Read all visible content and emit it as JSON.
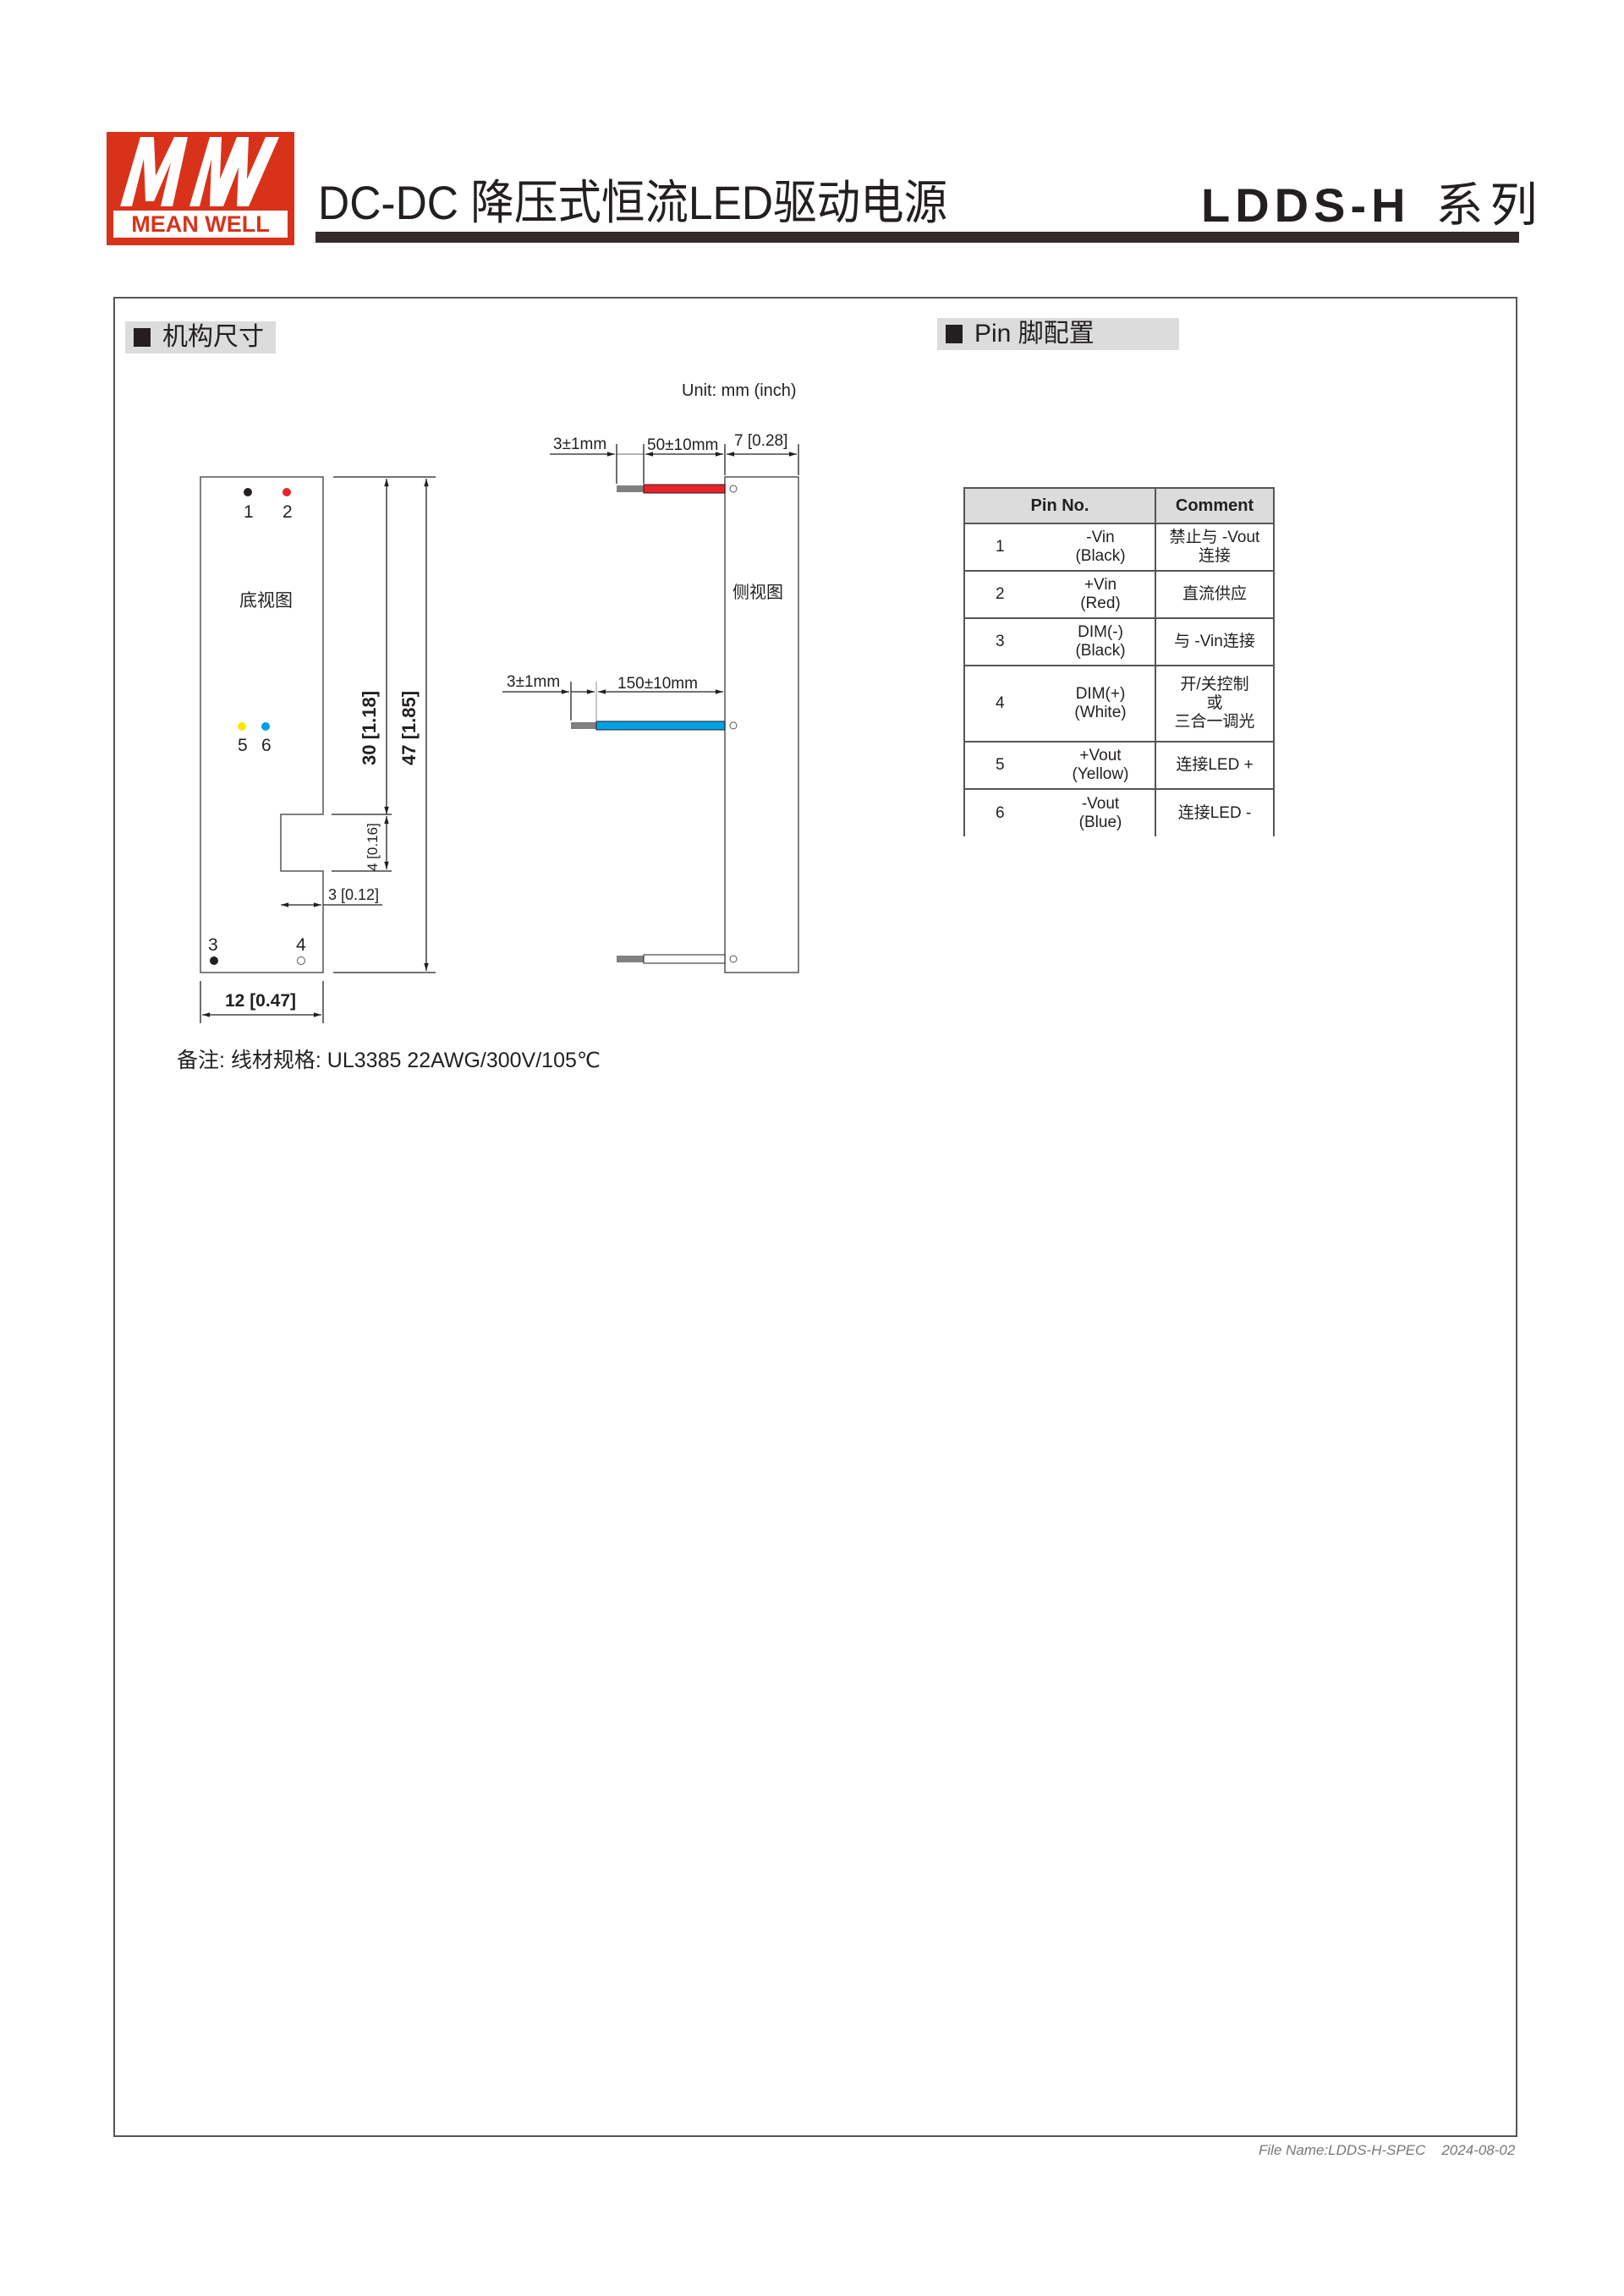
{
  "header": {
    "logo_brand": "MEAN WELL",
    "logo_mark": "MW",
    "title": "DC-DC 降压式恒流LED驱动电源",
    "series_model": "LDDS-H",
    "series_suffix": "系列"
  },
  "mechanical": {
    "section_title": "机构尺寸",
    "unit": "Unit: mm (inch)",
    "bottom_view_label": "底视图",
    "side_view_label": "侧视图",
    "pins": [
      "1",
      "2",
      "3",
      "4",
      "5",
      "6"
    ],
    "dims": {
      "height_30": "30 [1.18]",
      "height_47": "47 [1.85]",
      "notch_4": "4 [0.16]",
      "notch_3": "3 [0.12]",
      "width_12": "12 [0.47]",
      "strip_top": "3±1mm",
      "wire_short": "50±10mm",
      "depth_7": "7 [0.28]",
      "strip_mid": "3±1mm",
      "wire_long": "150±10mm"
    },
    "wire_colors": {
      "red": "#e8232a",
      "blue": "#00a0e3",
      "white": "#ffffff",
      "strip": "#808080",
      "yellow": "#ffe600",
      "black": "#231f20"
    },
    "note": "备注: 线材规格: UL3385 22AWG/300V/105℃"
  },
  "pin_config": {
    "section_title": "Pin 脚配置",
    "columns": [
      "Pin No.",
      "Comment"
    ],
    "rows": [
      {
        "no": "1",
        "name": "-Vin",
        "color": "(Black)",
        "comment": [
          "禁止与 -Vout",
          "连接"
        ]
      },
      {
        "no": "2",
        "name": "+Vin",
        "color": "(Red)",
        "comment": [
          "直流供应"
        ]
      },
      {
        "no": "3",
        "name": "DIM(-)",
        "color": "(Black)",
        "comment": [
          "与 -Vin连接"
        ]
      },
      {
        "no": "4",
        "name": "DIM(+)",
        "color": "(White)",
        "comment": [
          "开/关控制",
          "或",
          "三合一调光"
        ]
      },
      {
        "no": "5",
        "name": "+Vout",
        "color": "(Yellow)",
        "comment": [
          "连接LED +"
        ]
      },
      {
        "no": "6",
        "name": "-Vout",
        "color": "(Blue)",
        "comment": [
          "连接LED -"
        ]
      }
    ]
  },
  "footer": {
    "file_name": "File Name:LDDS-H-SPEC",
    "date": "2024-08-02"
  }
}
